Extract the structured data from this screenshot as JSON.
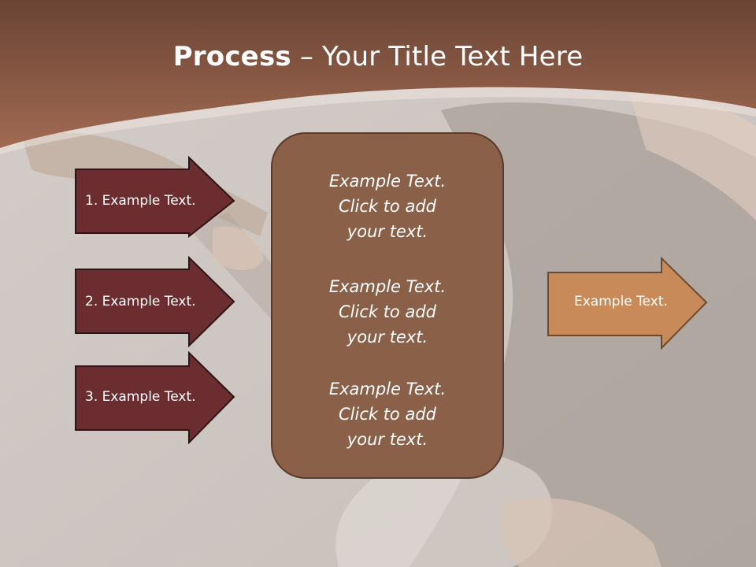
{
  "slide": {
    "title_bold": "Process",
    "title_rest": " – Your Title Text Here"
  },
  "steps": [
    {
      "label": "1. Example Text."
    },
    {
      "label": "2. Example Text."
    },
    {
      "label": "3. Example Text."
    }
  ],
  "center_box": {
    "blocks": [
      {
        "line1": "Example Text.",
        "line2": "Click  to add",
        "line3": "your text."
      },
      {
        "line1": "Example Text.",
        "line2": "Click  to add",
        "line3": "your text."
      },
      {
        "line1": "Example Text.",
        "line2": "Click  to add",
        "line3": "your text."
      }
    ]
  },
  "result_arrow": {
    "label": "Example Text."
  },
  "colors": {
    "header": "#8a5a44",
    "step_arrow_fill": "#6b2d30",
    "center_fill": "#8b6048",
    "result_arrow_fill": "#c88a58"
  }
}
